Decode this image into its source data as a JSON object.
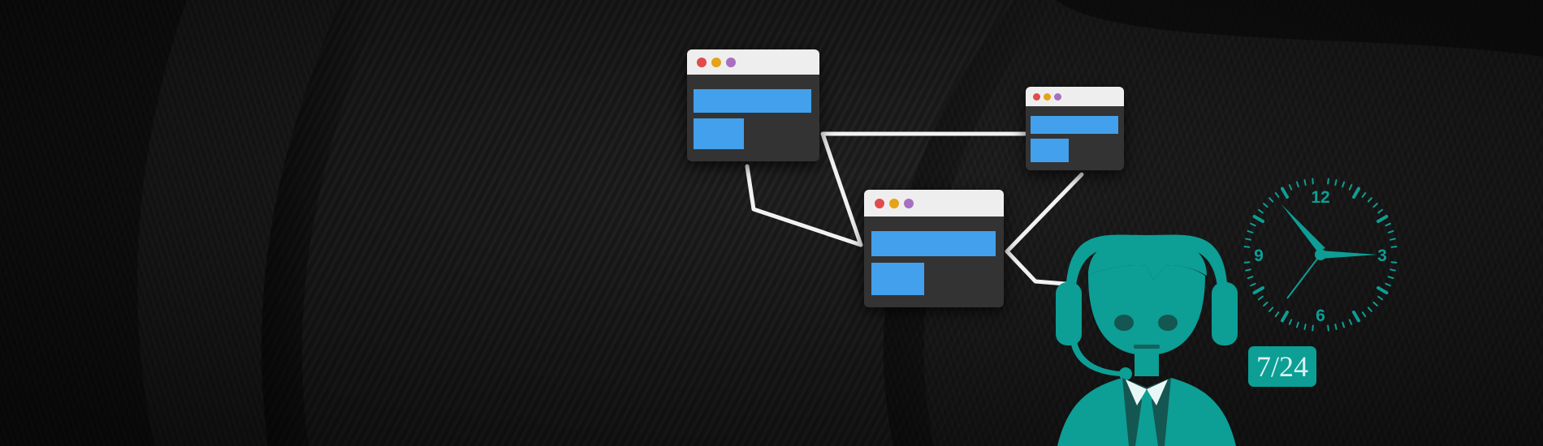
{
  "colors": {
    "background": "#161616",
    "window_body": "#333333",
    "window_titlebar": "#eeeeef",
    "window_bar": "#42a0ec",
    "dot_red": "#e04c4c",
    "dot_yellow": "#e6a317",
    "dot_purple": "#a86fc0",
    "connector": "#f2f2f2",
    "accent": "#0d9e95"
  },
  "icons": {
    "window_top_left": "browser-window-icon",
    "window_top_right": "browser-window-icon",
    "window_center": "browser-window-icon",
    "agent": "support-agent-headset-icon",
    "clock": "clock-icon"
  },
  "clock": {
    "numerals": {
      "twelve": "12",
      "three": "3",
      "six": "6",
      "nine": "9"
    }
  },
  "badge": {
    "label": "7/24"
  }
}
